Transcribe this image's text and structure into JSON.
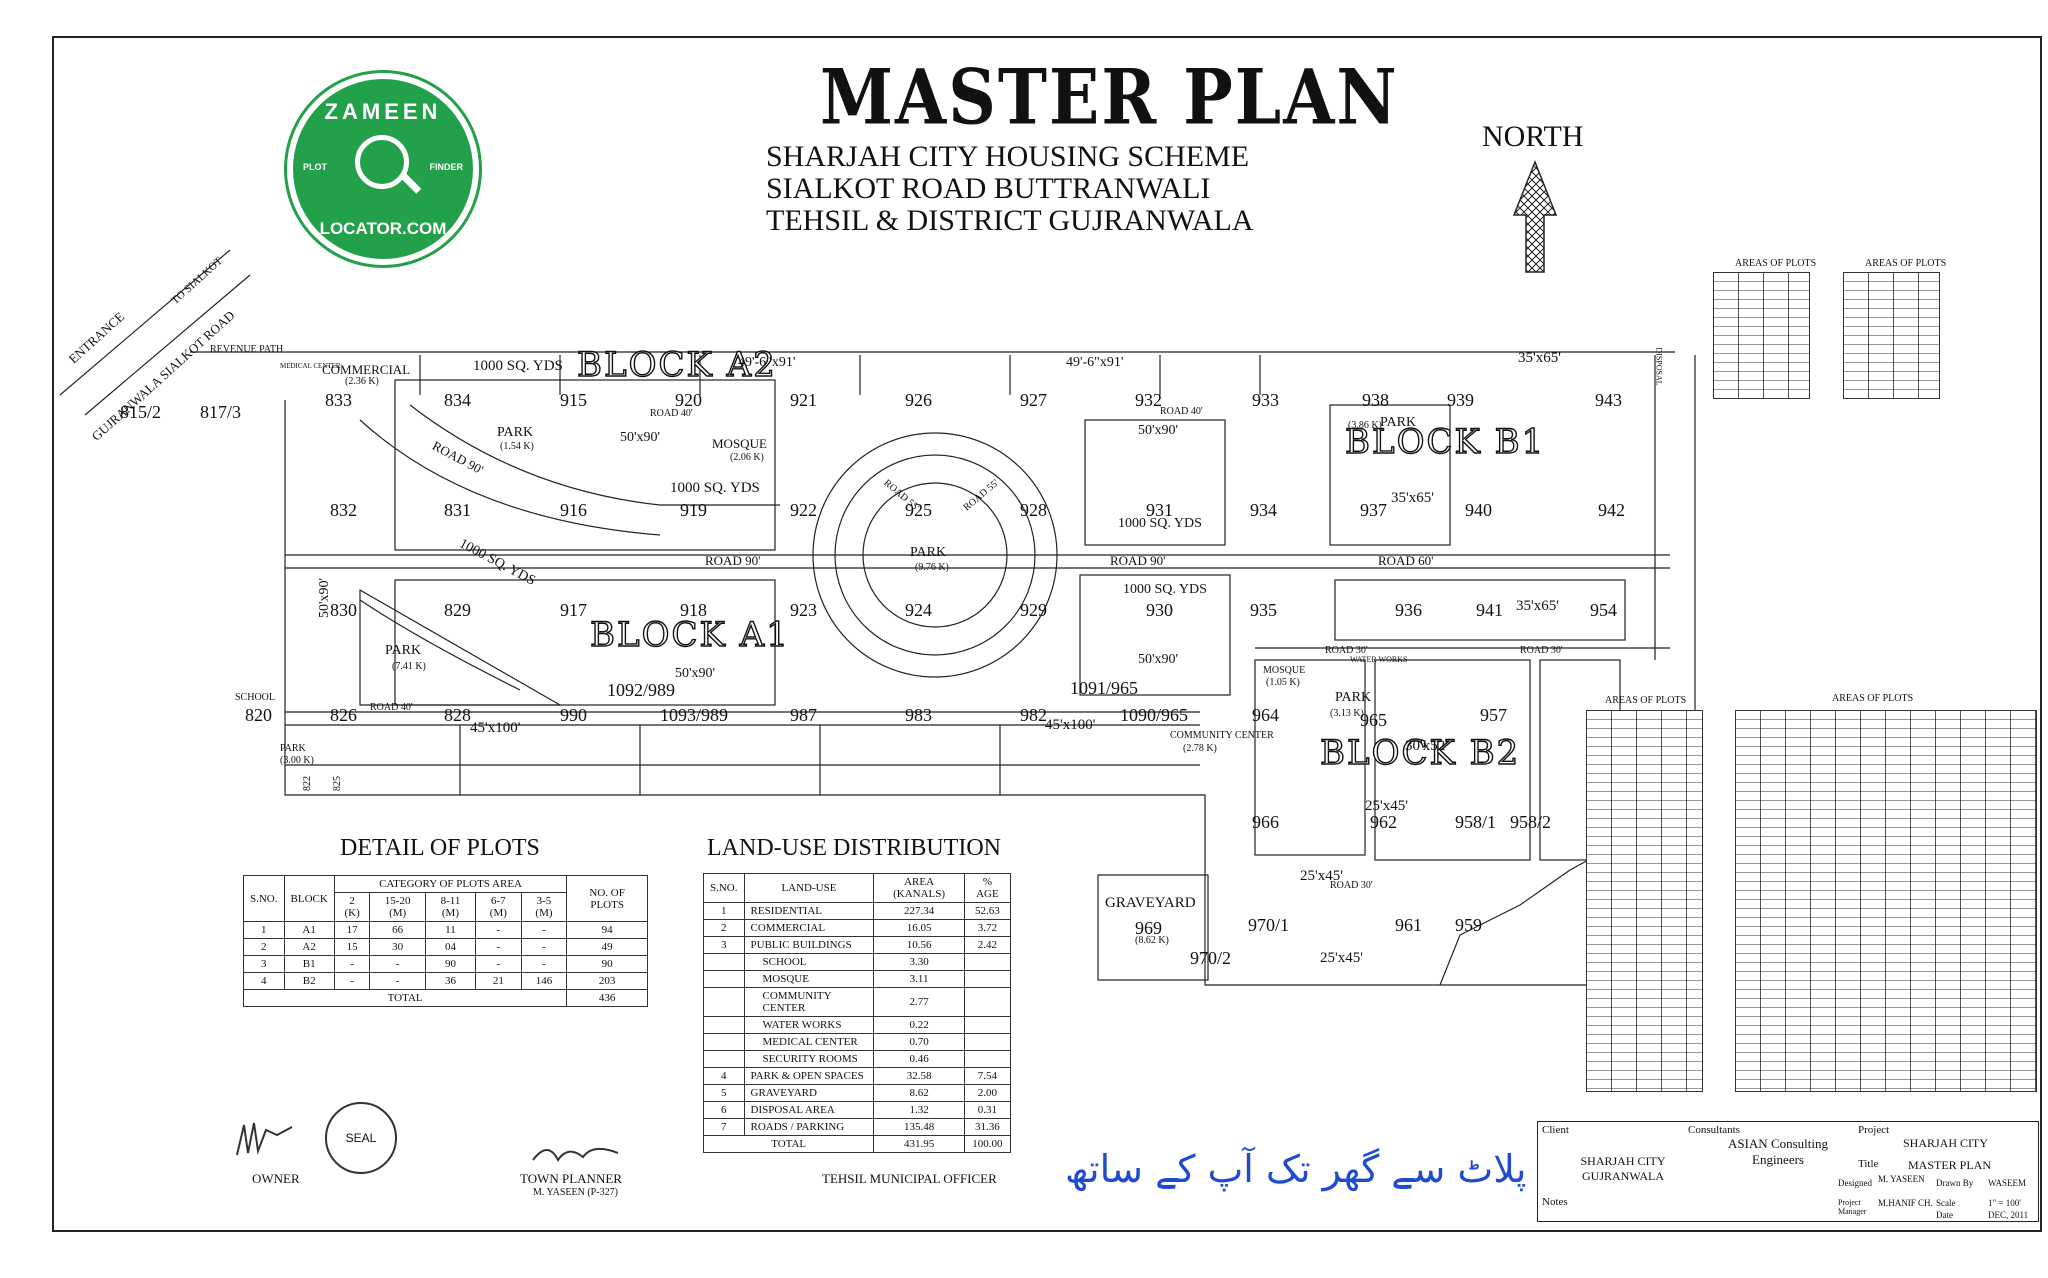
{
  "map": {
    "title": "MASTER PLAN",
    "subtitle_lines": [
      "SHARJAH CITY HOUSING SCHEME",
      "SIALKOT ROAD BUTTRANWALI",
      "TEHSIL & DISTRICT GUJRANWALA"
    ],
    "north_label": "NORTH",
    "logo": {
      "top": "ZAMEEN",
      "bottom": "LOCATOR.COM",
      "left": "PLOT",
      "right": "FINDER"
    },
    "road_labels": [
      "ENTRANCE",
      "TO SIALKOT",
      "GUJRANWALA SIALKOT ROAD",
      "REVENUE PATH",
      "ROAD 90'",
      "ROAD 60'",
      "ROAD 40'",
      "ROAD 30'",
      "ROAD 55'"
    ],
    "blocks": [
      "BLOCK A2",
      "BLOCK A1",
      "BLOCK B1",
      "BLOCK B2"
    ],
    "features": [
      {
        "label": "PARK",
        "area": "(9.76 K)"
      },
      {
        "label": "PARK",
        "area": "(7.41 K)"
      },
      {
        "label": "PARK",
        "area": "(1.54 K)"
      },
      {
        "label": "PARK",
        "area": "(3.86 K)"
      },
      {
        "label": "PARK",
        "area": "(3.13 K)"
      },
      {
        "label": "PARK",
        "area": "(3.00 K)"
      },
      {
        "label": "MOSQUE",
        "area": "(2.06 K)"
      },
      {
        "label": "MOSQUE",
        "area": "(1.05 K)"
      },
      {
        "label": "GRAVEYARD",
        "area": "(8.62 K)"
      },
      {
        "label": "COMMUNITY CENTER",
        "area": "(2.78 K)"
      },
      {
        "label": "COMMERCIAL",
        "area": "(2.36 K)"
      },
      {
        "label": "SCHOOL",
        "area": ""
      },
      {
        "label": "MEDICAL CENTER",
        "area": ""
      },
      {
        "label": "WATER WORKS",
        "area": ""
      },
      {
        "label": "DISPOSAL",
        "area": ""
      }
    ],
    "plot_numbers": [
      "833",
      "834",
      "915",
      "920",
      "921",
      "926",
      "927",
      "932",
      "933",
      "938",
      "939",
      "943",
      "832",
      "831",
      "916",
      "919",
      "922",
      "925",
      "928",
      "931",
      "934",
      "937",
      "940",
      "942",
      "830",
      "829",
      "917",
      "918",
      "923",
      "924",
      "929",
      "930",
      "935",
      "936",
      "941",
      "954",
      "820",
      "826",
      "828",
      "990",
      "1093/989",
      "987",
      "983",
      "982",
      "1090/965",
      "1092/989",
      "1091/965",
      "964",
      "965",
      "966",
      "962",
      "958/1",
      "958/2",
      "957",
      "969",
      "970/1",
      "970/2",
      "961",
      "959",
      "815/2",
      "817/3",
      "822",
      "825"
    ],
    "plot_sizes": [
      "1000 SQ. YDS",
      "49'-6\"x91'",
      "50'x90'",
      "45'x100'",
      "35'x65'",
      "30'x52'",
      "25'x45'"
    ]
  },
  "detail_of_plots": {
    "title": "DETAIL OF PLOTS",
    "group_header": "CATEGORY OF PLOTS AREA",
    "headers": [
      "S.NO.",
      "BLOCK",
      "2 (K)",
      "15-20 (M)",
      "8-11 (M)",
      "6-7 (M)",
      "3-5 (M)",
      "NO. OF PLOTS"
    ],
    "rows": [
      [
        "1",
        "A1",
        "17",
        "66",
        "11",
        "-",
        "-",
        "94"
      ],
      [
        "2",
        "A2",
        "15",
        "30",
        "04",
        "-",
        "-",
        "49"
      ],
      [
        "3",
        "B1",
        "-",
        "-",
        "90",
        "-",
        "-",
        "90"
      ],
      [
        "4",
        "B2",
        "-",
        "-",
        "36",
        "21",
        "146",
        "203"
      ]
    ],
    "total_label": "TOTAL",
    "total_value": "436"
  },
  "land_use": {
    "title": "LAND-USE DISTRIBUTION",
    "headers": [
      "S.NO.",
      "LAND-USE",
      "AREA (KANALS)",
      "% AGE"
    ],
    "rows": [
      [
        "1",
        "RESIDENTIAL",
        "227.34",
        "52.63"
      ],
      [
        "2",
        "COMMERCIAL",
        "16.05",
        "3.72"
      ],
      [
        "3",
        "PUBLIC BUILDINGS",
        "10.56",
        "2.42"
      ],
      [
        "",
        "SCHOOL",
        "3.30",
        ""
      ],
      [
        "",
        "MOSQUE",
        "3.11",
        ""
      ],
      [
        "",
        "COMMUNITY CENTER",
        "2.77",
        ""
      ],
      [
        "",
        "WATER WORKS",
        "0.22",
        ""
      ],
      [
        "",
        "MEDICAL CENTER",
        "0.70",
        ""
      ],
      [
        "",
        "SECURITY ROOMS",
        "0.46",
        ""
      ],
      [
        "4",
        "PARK & OPEN SPACES",
        "32.58",
        "7.54"
      ],
      [
        "5",
        "GRAVEYARD",
        "8.62",
        "2.00"
      ],
      [
        "6",
        "DISPOSAL AREA",
        "1.32",
        "0.31"
      ],
      [
        "7",
        "ROADS / PARKING",
        "135.48",
        "31.36"
      ]
    ],
    "total_label": "TOTAL",
    "total_area": "431.95",
    "total_pct": "100.00"
  },
  "areas_of_plots_label": "AREAS OF PLOTS",
  "signatures": {
    "owner": "OWNER",
    "seal": "SEAL",
    "town_planner": "TOWN PLANNER",
    "town_planner_name": "M. YASEEN (P-327)",
    "tmo": "TEHSIL MUNICIPAL OFFICER"
  },
  "urdu_tagline": "پلاٹ سے گھر تک آپ کے ساتھ",
  "title_block": {
    "client_label": "Client",
    "client": "SHARJAH CITY GUJRANWALA",
    "consultants_label": "Consultants",
    "consultant": "ASIAN Consulting Engineers",
    "project_label": "Project",
    "project": "SHARJAH CITY",
    "drawing_title_label": "Title",
    "drawing_title": "MASTER PLAN",
    "designed_label": "Designed",
    "designed": "M. YASEEN",
    "drawn_label": "Drawn By",
    "drawn": "WASEEM",
    "pm_label": "Project Manager",
    "pm": "M.HANIF CH.",
    "scale_label": "Scale",
    "scale": "1\" = 100'",
    "date_label": "Date",
    "date": "DEC, 2011",
    "notes_label": "Notes"
  },
  "colors": {
    "logo_green": "#23a04a",
    "ink": "#111111",
    "urdu_blue": "#1f4bd1"
  }
}
